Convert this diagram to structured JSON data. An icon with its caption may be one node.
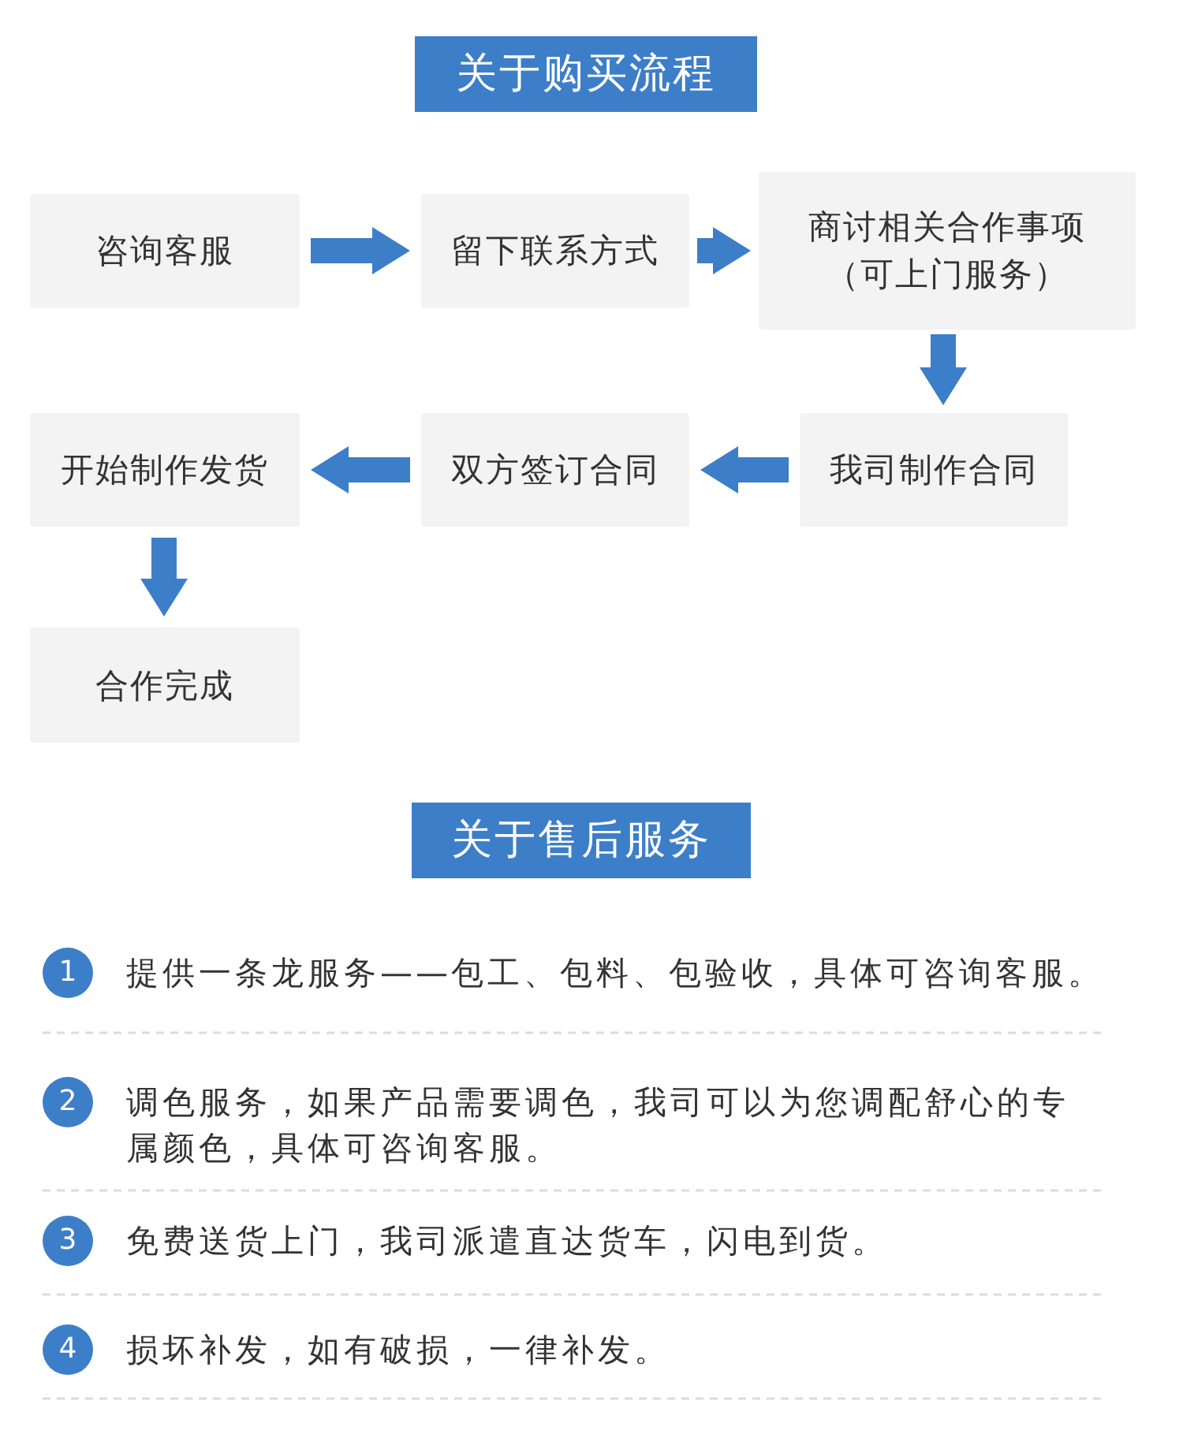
{
  "diagram": {
    "nodes": [
      {
        "text": [
          "关于购买流程"
        ]
      },
      {
        "text": [
          "咨询客服"
        ]
      },
      {
        "text": [
          "留下联系方式"
        ]
      },
      {
        "text": [
          "商讨相关合作事项（可上门服务）"
        ]
      },
      {
        "text": [
          "我司制作合同"
        ]
      },
      {
        "text": [
          "双方签订合同"
        ]
      },
      {
        "text": [
          "开始制作发货"
        ]
      },
      {
        "text": [
          "合作完成"
        ]
      },
      {
        "text": [
          "关于售后服务"
        ]
      },
      {
        "text": [
          "1"
        ],
        "beside": [
          "提供一条龙服务——包工、包料、包验收，具体可咨询客服。"
        ]
      },
      {
        "text": [
          "2"
        ],
        "beside": [
          "调色服务，如果产品需要调色，我司可以为您调配舒心的专属颜色，具体可咨询客服。"
        ]
      },
      {
        "text": [
          "3"
        ],
        "beside": [
          "免费送货上门，我司派遣直达货车，闪电到货。"
        ]
      },
      {
        "text": [
          "4"
        ],
        "beside": [
          "损坏补发，如有破损，一律补发。"
        ]
      }
    ],
    "edges": [
      {
        "from": 1,
        "to": 2,
        "arrow": "to"
      },
      {
        "from": 2,
        "to": 3,
        "arrow": "to"
      },
      {
        "from": 3,
        "to": 4,
        "arrow": "to"
      },
      {
        "from": 4,
        "to": 5,
        "arrow": "to"
      },
      {
        "from": 5,
        "to": 6,
        "arrow": "to"
      },
      {
        "from": 6,
        "to": 7,
        "arrow": "to"
      }
    ]
  }
}
